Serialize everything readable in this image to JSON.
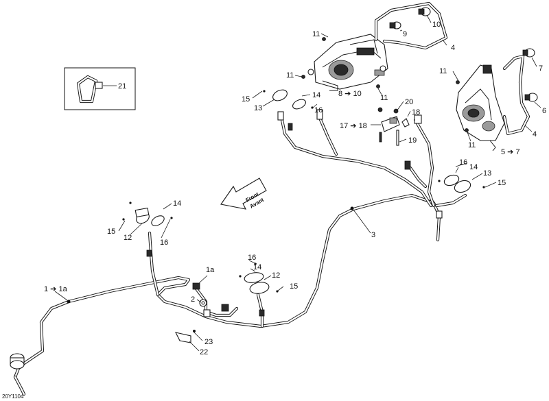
{
  "diagram": {
    "doc_code": "20Y1104",
    "front_arrow": {
      "line1": "Front",
      "line2": "Avant"
    },
    "callouts": {
      "c_11a": "11",
      "c_9": "9",
      "c_10a": "10",
      "c_4a": "4",
      "c_11b": "11",
      "c_14a": "14",
      "c_8_10": "8 ➔ 10",
      "c_15a": "15",
      "c_13a": "13",
      "c_16a": "16",
      "c_11c": "11",
      "c_20": "20",
      "c_18": "18",
      "c_17_18": "17 ➔ 18",
      "c_19": "19",
      "c_21": "21",
      "c_11d": "11",
      "c_7": "7",
      "c_6": "6",
      "c_4b": "4",
      "c_11e": "11",
      "c_5_7": "5 ➔ 7",
      "c_16b": "16",
      "c_14b": "14",
      "c_13b": "13",
      "c_15b": "15",
      "c_3": "3",
      "c_14c": "14",
      "c_15c": "15",
      "c_12a": "12",
      "c_16c": "16",
      "c_1a": "1a",
      "c_2": "2",
      "c_1_1a": "1 ➔ 1a",
      "c_16d": "16",
      "c_14d": "14",
      "c_12b": "12",
      "c_15d": "15",
      "c_23": "23",
      "c_22": "22"
    }
  }
}
